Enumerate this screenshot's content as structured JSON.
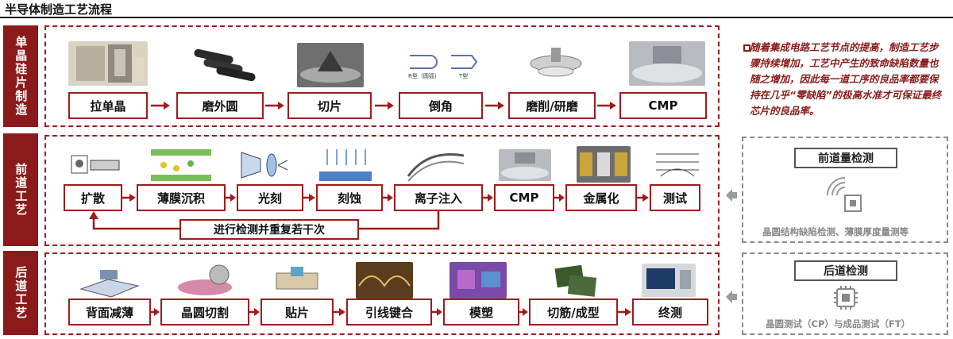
{
  "title": "半导体制造工艺流程",
  "sections": {
    "wafer": {
      "label": "单晶硅片制造",
      "steps": [
        "拉单晶",
        "磨外圆",
        "切片",
        "倒角",
        "磨削/研磨",
        "CMP"
      ],
      "chamfer_labels": [
        "R型（圆弧）",
        "T型"
      ]
    },
    "front": {
      "label": "前道工艺",
      "steps": [
        "扩散",
        "薄膜沉积",
        "光刻",
        "刻蚀",
        "离子注入",
        "CMP",
        "金属化",
        "测试"
      ],
      "loop_label": "进行检测并重复若干次"
    },
    "back": {
      "label": "后道工艺",
      "steps": [
        "背面减薄",
        "晶圆切割",
        "贴片",
        "引线键合",
        "模塑",
        "切筋/成型",
        "终测"
      ]
    }
  },
  "note": "随着集成电路工艺节点的提高，制造工艺步骤持续增加，工艺中产生的致命缺陷数量也随之增加，因此每一道工序的良品率都要保持在几乎“零缺陷”的极高水准才可保证最终芯片的良品率。",
  "inspection": {
    "front": {
      "title": "前道量检测",
      "caption": "晶圆结构缺陷检测、薄膜厚度量测等"
    },
    "back": {
      "title": "后道检测",
      "caption": "晶圆测试（CP）与成品测试（FT）"
    }
  },
  "colors": {
    "accent": "#8b1a1a",
    "gray": "#8a8a8a"
  },
  "icons": [
    "radar-icon",
    "chip-icon",
    "arrow-right-icon",
    "arrow-left-icon"
  ]
}
